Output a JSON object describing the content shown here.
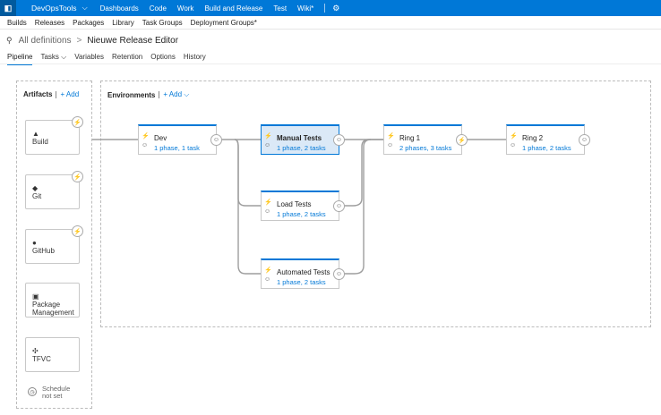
{
  "topbar": {
    "logo": "◧",
    "project": "DevOpsTools",
    "nav": [
      "Dashboards",
      "Code",
      "Work",
      "Build and Release",
      "Test",
      "Wiki*"
    ],
    "settings_icon": "gear-icon"
  },
  "subnav": [
    "Builds",
    "Releases",
    "Packages",
    "Library",
    "Task Groups",
    "Deployment Groups*"
  ],
  "breadcrumb": {
    "root": "All definitions",
    "separator": ">",
    "current": "Nieuwe Release Editor"
  },
  "tabs": [
    "Pipeline",
    "Tasks",
    "Variables",
    "Retention",
    "Options",
    "History"
  ],
  "artifacts": {
    "title": "Artifacts",
    "add_label": "+ Add",
    "items": [
      {
        "icon": "▲",
        "label": "Build"
      },
      {
        "icon": "◆",
        "label": "Git"
      },
      {
        "icon": "●",
        "label": "GitHub"
      },
      {
        "icon": "▣",
        "label": "Package Management"
      },
      {
        "icon": "✣",
        "label": "TFVC"
      }
    ],
    "schedule": "Schedule not set"
  },
  "environments": {
    "title": "Environments",
    "add_label": "+ Add",
    "items": [
      {
        "name": "Dev",
        "summary": "1 phase, 1 task"
      },
      {
        "name": "Manual Tests",
        "summary": "1 phase, 2 tasks"
      },
      {
        "name": "Load Tests",
        "summary": "1 phase, 2 tasks"
      },
      {
        "name": "Automated Tests",
        "summary": "1 phase, 2 tasks"
      },
      {
        "name": "Ring 1",
        "summary": "2 phases, 3 tasks"
      },
      {
        "name": "Ring 2",
        "summary": "1 phase, 2 tasks"
      }
    ]
  },
  "colors": {
    "brand": "#0078d7",
    "selected_bg": "#dbe9f7"
  }
}
